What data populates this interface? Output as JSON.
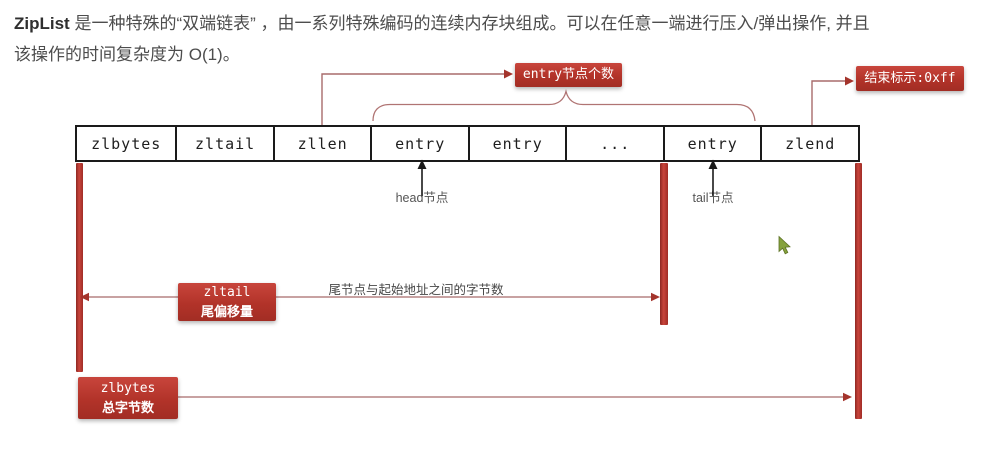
{
  "intro": {
    "highlight": "ZipList",
    "line1_rest": " 是一种特殊的“双端链表” ，由一系列特殊编码的连续内存块组成。可以在任意一端进行压入/弹出操作, 并且",
    "line2": "该操作的时间复杂度为 O(1)。"
  },
  "structure_table": {
    "cells": [
      "zlbytes",
      "zltail",
      "zllen",
      "entry",
      "entry",
      "...",
      "entry",
      "zlend"
    ]
  },
  "annotations": {
    "entry_count_badge": "entry节点个数",
    "end_mark_badge": "结束标示:0xff",
    "head_label": "head节点",
    "tail_label": "tail节点",
    "zltail_badge_line1": "zltail",
    "zltail_badge_line2": "尾偏移量",
    "zltail_line_caption": "尾节点与起始地址之间的字节数",
    "zlbytes_badge_line1": "zlbytes",
    "zlbytes_badge_line2": "总字节数"
  },
  "colors": {
    "badge_red": "#b5342c",
    "line_red": "#a86b6b",
    "bar_red": "#b5342c",
    "border_black": "#1a1a1a",
    "text_gray": "#4d4d4d",
    "cursor_green": "#85a23c"
  }
}
